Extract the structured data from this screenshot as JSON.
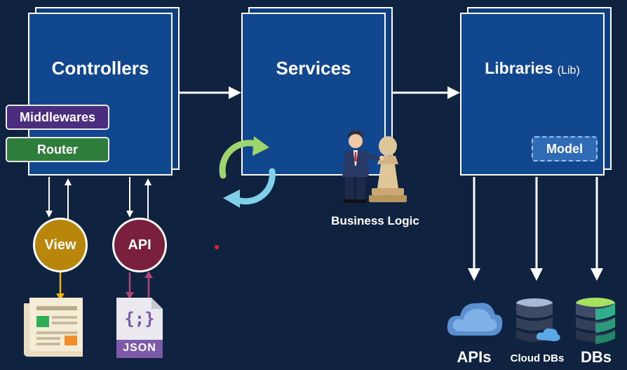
{
  "layers": {
    "controllers": {
      "title": "Controllers"
    },
    "services": {
      "title": "Services"
    },
    "libraries": {
      "title": "Libraries",
      "suffix": "(Lib)"
    }
  },
  "controller_tags": {
    "middlewares": "Middlewares",
    "router": "Router"
  },
  "library_tags": {
    "model": "Model"
  },
  "outputs": {
    "view": "View",
    "api": "API",
    "json_label": "JSON",
    "json_glyph": "{;}"
  },
  "business_logic": "Business Logic",
  "targets": {
    "apis": "APIs",
    "cloud_dbs": "Cloud DBs",
    "dbs": "DBs"
  },
  "colors": {
    "background": "#0f2340",
    "layer_fill": "#10478f",
    "middlewares": "#4a2d7f",
    "router": "#2e7d3a",
    "view": "#b8860b",
    "api": "#7a1f3d",
    "model": "#2f6cb5"
  },
  "icons": [
    "sync-icon",
    "businessman-chess-icon",
    "newspaper-icon",
    "json-file-icon",
    "cloud-icon",
    "cloud-database-icon",
    "database-icon"
  ]
}
